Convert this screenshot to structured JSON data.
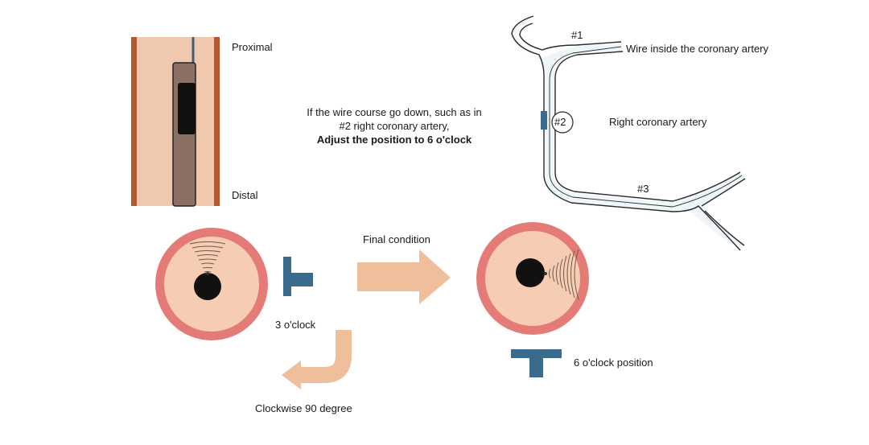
{
  "labels": {
    "proximal": "Proximal",
    "distal": "Distal",
    "instruction_line1": "If the wire course go down, such as in",
    "instruction_line2": "#2 right coronary artery,",
    "instruction_line3": "Adjust the position to 6 o'clock",
    "final_condition": "Final condition",
    "three_oclock": "3 o'clock",
    "six_oclock": "6 o'clock position",
    "clockwise": "Clockwise 90 degree",
    "wire_inside": "Wire inside the coronary artery",
    "rca": "Right coronary artery",
    "seg1": "#1",
    "seg2": "#2",
    "seg3": "#3"
  },
  "colors": {
    "vessel_wall": "#b5582f",
    "vessel_lumen": "#f0c8ad",
    "catheter_body": "#8a7164",
    "transducer": "#111111",
    "wire": "#3b5f7a",
    "ring_outer": "#e57b76",
    "ring_inner": "#f6cdb3",
    "arrow": "#efbf9c",
    "artery_stroke": "#2a2a2a",
    "artery_fill": "#eef6fa",
    "marker": "#3a6a8c"
  }
}
